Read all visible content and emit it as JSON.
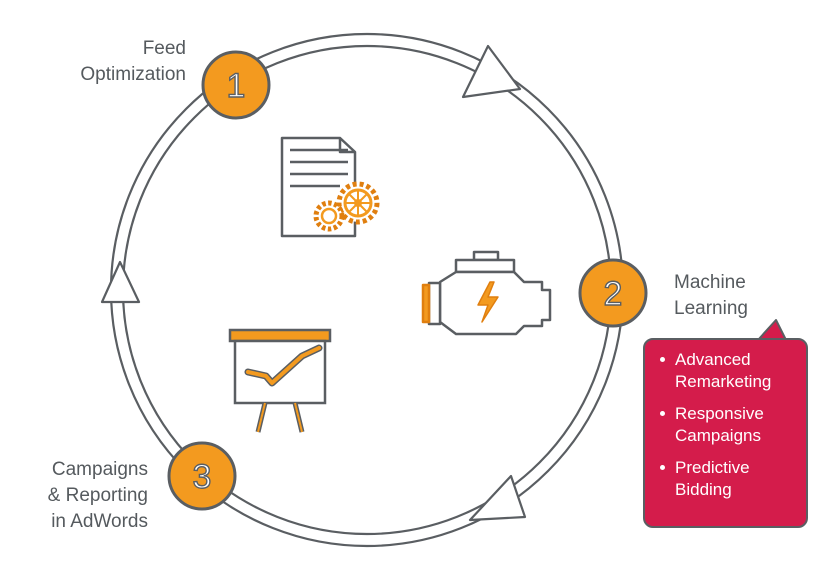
{
  "steps": [
    {
      "number": "1",
      "label_lines": [
        "Feed",
        "Optimization"
      ]
    },
    {
      "number": "2",
      "label_lines": [
        "Machine",
        "Learning"
      ]
    },
    {
      "number": "3",
      "label_lines": [
        "Campaigns",
        "& Reporting",
        "in AdWords"
      ]
    }
  ],
  "callout": {
    "items": [
      {
        "lines": [
          "Advanced",
          "Remarketing"
        ]
      },
      {
        "lines": [
          "Responsive",
          "Campaigns"
        ]
      },
      {
        "lines": [
          "Predictive",
          "Bidding"
        ]
      }
    ]
  },
  "colors": {
    "orange": "#f39a1f",
    "orange_dark": "#e07f0f",
    "ring_gray": "#5a5e62",
    "text_gray": "#555a5e",
    "callout_red": "#d41c4b"
  },
  "icons": [
    "document-gears-icon",
    "engine-icon",
    "presentation-chart-icon"
  ]
}
